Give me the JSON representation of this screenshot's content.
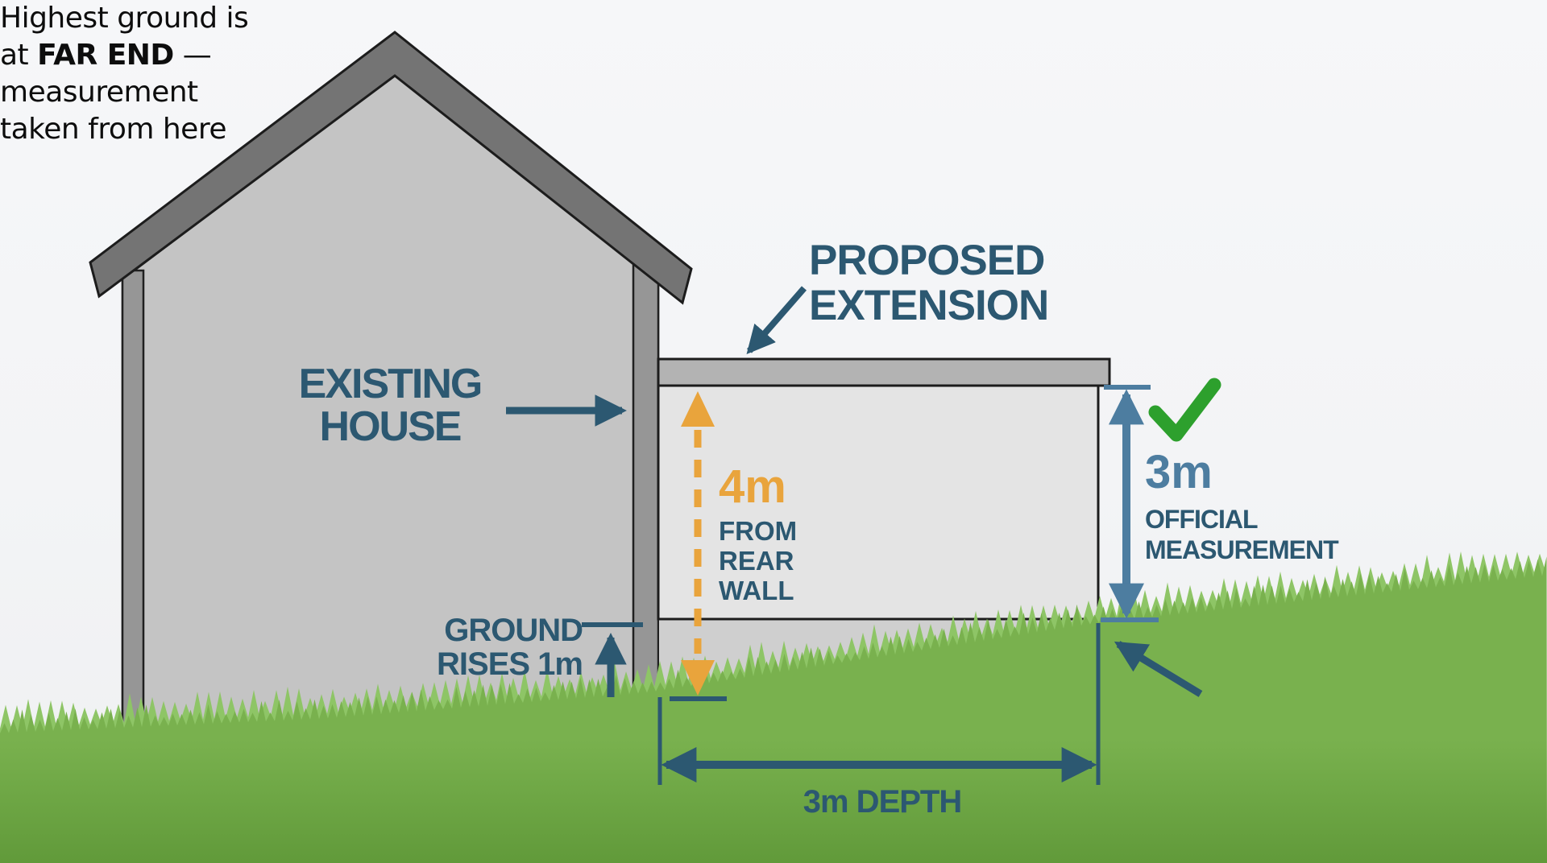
{
  "labels": {
    "proposed_extension": {
      "line1": "PROPOSED",
      "line2": "EXTENSION"
    },
    "existing_house": {
      "line1": "EXISTING",
      "line2": "HOUSE"
    },
    "height_from_rear_wall": {
      "value": "4m",
      "line1": "FROM",
      "line2": "REAR",
      "line3": "WALL"
    },
    "ground_rises": {
      "line1": "GROUND",
      "line2": "RISES 1m"
    },
    "official_measurement": {
      "value": "3m",
      "line1": "OFFICIAL",
      "line2": "MEASUREMENT"
    },
    "depth": "3m DEPTH",
    "note": {
      "line1": "Highest ground is",
      "line2_pre": "at ",
      "line2_bold": "FAR END",
      "line2_post": " —",
      "line3": "measurement",
      "line4": "taken from here"
    }
  },
  "measurements": {
    "height_from_rear_wall": "4m",
    "official_height": "3m",
    "ground_rise": "1m",
    "depth": "3m"
  },
  "colors": {
    "label_teal": "#2c5871",
    "measure_steel_blue": "#4d7da0",
    "accent_orange": "#e9a43c",
    "check_green": "#2da02d",
    "grass_green": "#75ac4b",
    "grass_highlight": "#8ec566",
    "house_wall": "#c4c4c4",
    "house_roof": "#747474",
    "house_trim": "#969696",
    "extension_wall": "#e4e4e4",
    "extension_roof_slab": "#b3b3b3",
    "note_text": "#0d0d0d",
    "background": "#f4f5f7"
  }
}
